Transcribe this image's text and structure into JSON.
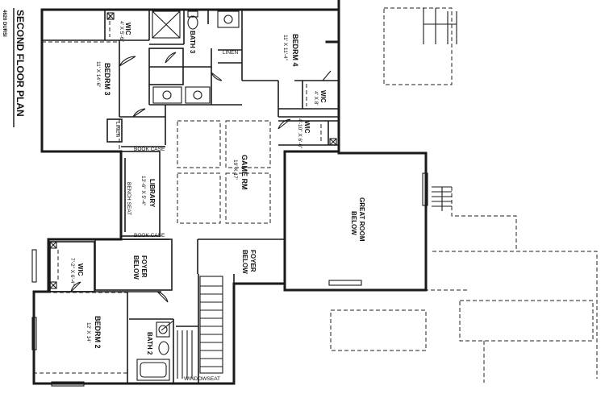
{
  "plan": {
    "title": "SECOND FLOOR PLAN",
    "subtitle": "4620 DURSI"
  },
  "rooms": {
    "wic_top": {
      "name": "WIC",
      "dims": "4' X 5'-6\""
    },
    "bath3": {
      "name": "BATH 3"
    },
    "linen_top": {
      "name": "LINEN"
    },
    "bedrm4": {
      "name": "BEDRM 4",
      "dims": "11' X 11'-4\""
    },
    "wic_right": {
      "name": "WIC",
      "dims": "4' X 8'"
    },
    "bedrm3": {
      "name": "BEDRM 3",
      "dims": "11' X 14'-6\""
    },
    "linen_left": {
      "name": "LINEN"
    },
    "wic_mid": {
      "name": "WIC",
      "dims": "4'-10\" X 6'-6\""
    },
    "bookcase_top": {
      "name": "BOOK CASE"
    },
    "bookcase_bottom": {
      "name": "BOOK CASE"
    },
    "bench_seat": {
      "name": "BENCH SEAT"
    },
    "library": {
      "name": "LIBRARY",
      "dims": "13'-6\" X 5'-4\""
    },
    "game_rm": {
      "name": "GAME RM",
      "dims": "19' X 17'"
    },
    "great_room": {
      "name": "GREAT ROOM",
      "note": "BELOW"
    },
    "foyer_left": {
      "name": "FOYER",
      "note": "BELOW"
    },
    "foyer_right": {
      "name": "FOYER",
      "note": "BELOW"
    },
    "wic_bottom": {
      "name": "WIC",
      "dims": "7'-2\" X 6'-4\""
    },
    "bedrm2": {
      "name": "BEDRM 2",
      "dims": "12' X 14'"
    },
    "bath2": {
      "name": "BATH 2"
    },
    "windowseat": {
      "name": "WINDOWSEAT"
    }
  }
}
